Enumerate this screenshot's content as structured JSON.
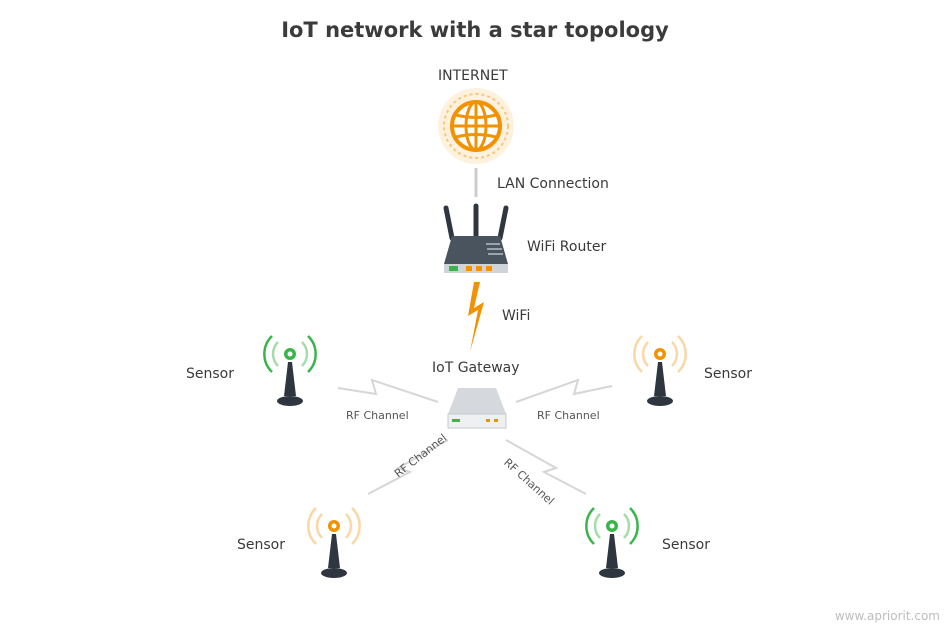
{
  "title": "IoT network with a star topology",
  "nodes": {
    "internet": "INTERNET",
    "router": "WiFi Router",
    "gateway": "IoT Gateway",
    "sensor_label": "Sensor"
  },
  "links": {
    "lan": "LAN Connection",
    "wifi": "WiFi",
    "rf": "RF Channel"
  },
  "watermark": "www.apriorit.com",
  "colors": {
    "orange": "#f39200",
    "green": "#39b54a",
    "dark": "#2f3640",
    "gray": "#cfcfcf"
  }
}
